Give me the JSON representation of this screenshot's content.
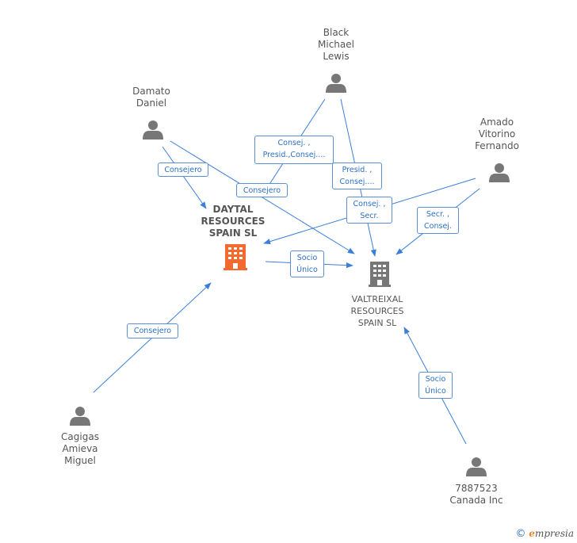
{
  "nodes": {
    "black": "Black\nMichael\nLewis",
    "damato": "Damato\nDaniel",
    "amado": "Amado\nVitorino\nFernando",
    "daytal": "DAYTAL\nRESOURCES\nSPAIN SL",
    "valtreixal": "VALTREIXAL\nRESOURCES\nSPAIN SL",
    "cagigas": "Cagigas\nAmieva\nMiguel",
    "canada": "7887523\nCanada Inc"
  },
  "edges": {
    "consej_presid": "Consej. ,\nPresid.,Consej....",
    "consejero_damato_daytal": "Consejero",
    "consejero_damato_valtreixal": "Consejero",
    "presid_consej": "Presid. ,\nConsej....",
    "consej_secr": "Consej. ,\nSecr.",
    "secr_consej": "Secr. ,\nConsej.",
    "socio_unico_1": "Socio\nÚnico",
    "consejero_cagigas": "Consejero",
    "socio_unico_2": "Socio\nÚnico"
  },
  "colors": {
    "edge": "#3b7fd9",
    "person_icon": "#777777",
    "company_main": "#f26a30",
    "company": "#777777"
  },
  "footer": {
    "copyright": "©",
    "brand_initial": "e",
    "brand_rest": "mpresia"
  }
}
